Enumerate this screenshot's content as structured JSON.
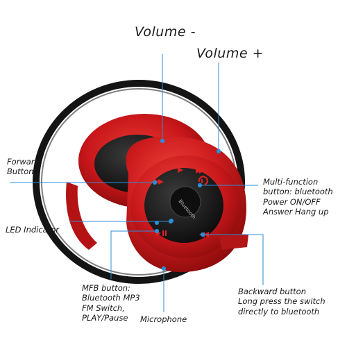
{
  "colors": {
    "shell_red": "#cc1a1a",
    "shell_dark_red": "#8e0c0c",
    "band_black": "#141414",
    "pointer_blue": "#2a8fd8",
    "center_black": "#111111"
  },
  "labels": {
    "volume_minus": "Volume -",
    "volume_plus": "Volume +",
    "forward_button": "Forward\nButton",
    "led_indicator": "LED Indicator",
    "multi_function": "Multi-function\nbutton: bluetooth\nPower ON/OFF\nAnswer Hang up",
    "mfb_button": "MFB button:\nBluetooth MP3\nFM Switch,\nPLAY/Pause",
    "microphone": "Microphone",
    "backward_button": "Backward button\nLong press the switch\ndirectly to bluetooth"
  },
  "device": {
    "brand_text": "Bluetooth",
    "icons": [
      "forward-icon",
      "volume-minus-icon",
      "volume-plus-icon",
      "multi-function-icon",
      "led-icon",
      "play-pause-icon",
      "backward-icon"
    ]
  }
}
